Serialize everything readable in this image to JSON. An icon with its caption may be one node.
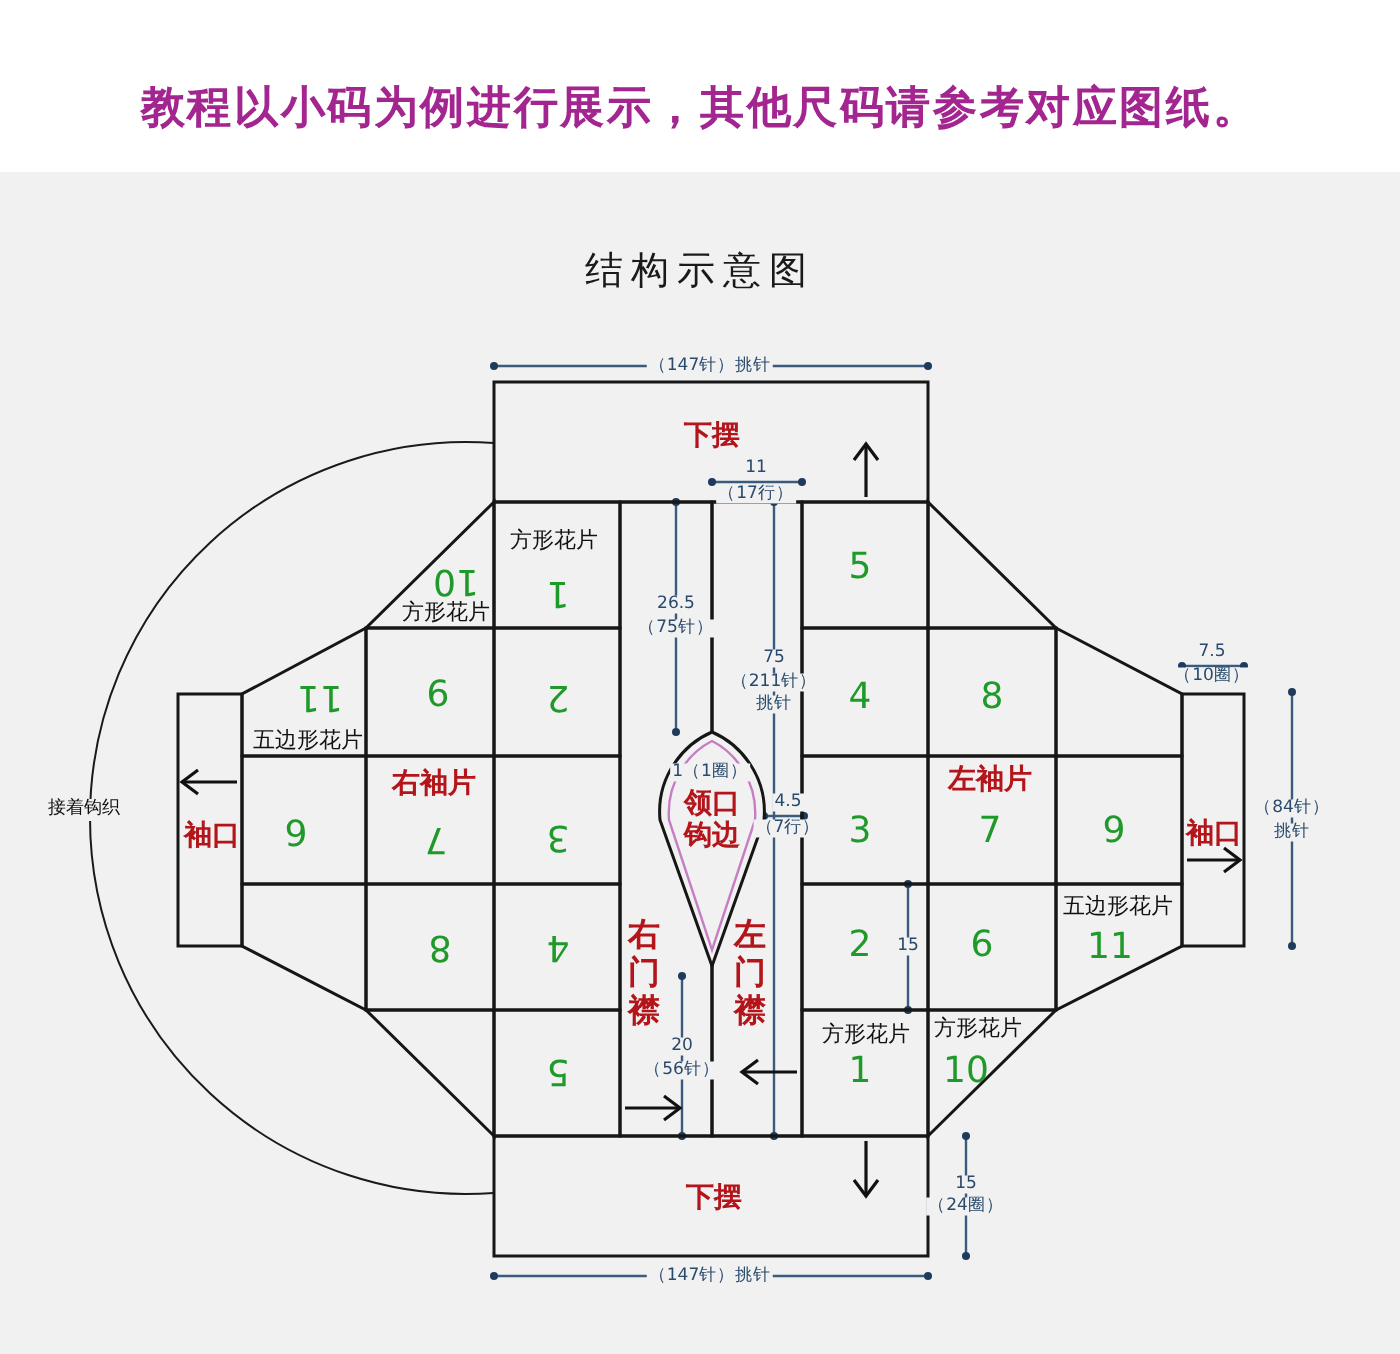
{
  "diagram": {
    "title": "结构示意图",
    "nodes": [
      {
        "text": [
          "下摆"
        ]
      },
      {
        "text": [
          "10",
          "方形花片"
        ]
      },
      {
        "text": [
          "方形花片",
          "1"
        ]
      },
      {
        "text": [
          "右门襟"
        ]
      },
      {
        "text": [
          "左门襟"
        ]
      },
      {
        "text": [
          "5"
        ]
      },
      {
        "text": [],
        "shape": "triangle"
      },
      {
        "text": [
          "11",
          "五边形花片"
        ]
      },
      {
        "text": [
          "6"
        ]
      },
      {
        "text": [
          "2"
        ]
      },
      {
        "text": [
          "4"
        ]
      },
      {
        "text": [
          "8"
        ]
      },
      {
        "text": [],
        "shape": "trapezoid"
      },
      {
        "text": [
          "袖口"
        ]
      },
      {
        "text": [
          "袖口"
        ]
      },
      {
        "text": [
          "领口钩边"
        ]
      },
      {
        "text": [
          "9"
        ]
      },
      {
        "text": [
          "右袖片",
          "7"
        ]
      },
      {
        "text": [
          "3"
        ]
      },
      {
        "text": [
          "3"
        ]
      },
      {
        "text": [
          "左袖片",
          "7"
        ]
      },
      {
        "text": [
          "9"
        ]
      },
      {
        "text": [],
        "shape": "trapezoid"
      },
      {
        "text": [
          "8"
        ]
      },
      {
        "text": [
          "4"
        ]
      },
      {
        "text": [
          "2"
        ]
      },
      {
        "text": [
          "6"
        ]
      },
      {
        "text": [
          "五边形花片",
          "11"
        ]
      },
      {
        "text": [],
        "shape": "triangle"
      },
      {
        "text": [
          "5"
        ]
      },
      {
        "text": [
          "方形花片",
          "1"
        ]
      },
      {
        "text": [
          "方形花片",
          "10"
        ]
      },
      {
        "text": [
          "下摆"
        ]
      }
    ],
    "edges": [
      {
        "from": 0,
        "to": 32,
        "arrow": "none",
        "label": "接着钩织"
      }
    ],
    "labels": [
      "教程以小码为例进行展示，其他尺码请参考对应图纸。",
      "（147针）挑针",
      "11",
      "（17行）",
      "26.5",
      "（75针）",
      "7.5",
      "（10圈）",
      "75",
      "（211针）",
      "挑针",
      "1（1圈）",
      "4.5",
      "（7行）",
      "（84针）",
      "挑针",
      "15",
      "20",
      "（56针）",
      "15",
      "（24圈）",
      "（147针）挑针"
    ]
  }
}
